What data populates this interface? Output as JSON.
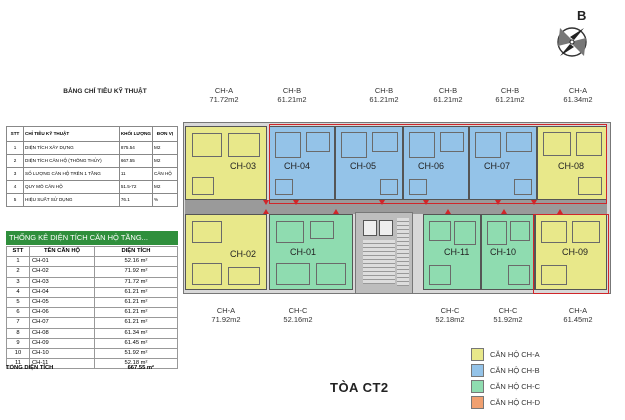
{
  "table1": {
    "title": "BẢNG CHỈ TIÊU KỸ THUẬT",
    "headers": [
      "STT",
      "CHỈ TIÊU KỸ THUẬT",
      "KHỐI LƯỢNG",
      "ĐƠN VỊ"
    ],
    "rows": [
      [
        "1",
        "DIỆN TÍCH XÂY DỰNG",
        "875.54",
        "M2"
      ],
      [
        "2",
        "DIỆN TÍCH CĂN HỘ (THÔNG THỦY)",
        "667.55",
        "M2"
      ],
      [
        "3",
        "SỐ LƯỢNG CĂN HỘ TRÊN 1 TẦNG",
        "11",
        "CĂN HỘ"
      ],
      [
        "4",
        "QUY MÔ CĂN HỘ",
        "51.5-72",
        "M2"
      ],
      [
        "5",
        "HIỆU SUẤT SỬ DỤNG",
        "76.1",
        "%"
      ]
    ]
  },
  "table2": {
    "title": "THỐNG KÊ DIỆN TÍCH CĂN HỘ TẦNG...",
    "headers": [
      "STT",
      "TÊN CĂN HỘ",
      "DIỆN TÍCH"
    ],
    "rows": [
      [
        "1",
        "CH-01",
        "52.16 m²"
      ],
      [
        "2",
        "CH-02",
        "71.92 m²"
      ],
      [
        "3",
        "CH-03",
        "71.72 m²"
      ],
      [
        "4",
        "CH-04",
        "61.21 m²"
      ],
      [
        "5",
        "CH-05",
        "61.21 m²"
      ],
      [
        "6",
        "CH-06",
        "61.21 m²"
      ],
      [
        "7",
        "CH-07",
        "61.21 m²"
      ],
      [
        "8",
        "CH-08",
        "61.34 m²"
      ],
      [
        "9",
        "CH-09",
        "61.45 m²"
      ],
      [
        "10",
        "CH-10",
        "51.92 m²"
      ],
      [
        "11",
        "CH-11",
        "52.18 m²"
      ]
    ],
    "total_label": "TỔNG DIỆN TÍCH",
    "total_value": "667.55 m²"
  },
  "top_tags": [
    {
      "type": "CH-A",
      "area": "71.72m2"
    },
    {
      "type": "CH-B",
      "area": "61.21m2"
    },
    {
      "type": "CH-B",
      "area": "61.21m2"
    },
    {
      "type": "CH-B",
      "area": "61.21m2"
    },
    {
      "type": "CH-B",
      "area": "61.21m2"
    },
    {
      "type": "CH-A",
      "area": "61.34m2"
    }
  ],
  "bottom_tags": [
    {
      "type": "CH-A",
      "area": "71.92m2"
    },
    {
      "type": "CH-C",
      "area": "52.16m2"
    },
    {
      "type": "CH-C",
      "area": "52.18m2"
    },
    {
      "type": "CH-C",
      "area": "51.92m2"
    },
    {
      "type": "CH-A",
      "area": "61.45m2"
    }
  ],
  "units": {
    "ch03": "CH-03",
    "ch04": "CH-04",
    "ch05": "CH-05",
    "ch06": "CH-06",
    "ch07": "CH-07",
    "ch08": "CH-08",
    "ch02": "CH-02",
    "ch01": "CH-01",
    "ch11": "CH-11",
    "ch10": "CH-10",
    "ch09": "CH-09"
  },
  "compass": {
    "label": "B",
    "icon": "compass-icon"
  },
  "legend": [
    {
      "label": "CĂN HỘ CH-A",
      "color": "#e8e88a"
    },
    {
      "label": "CĂN HỘ CH-B",
      "color": "#94c3e8"
    },
    {
      "label": "CĂN HỘ CH-C",
      "color": "#8fdcb0"
    },
    {
      "label": "CĂN HỘ CH-D",
      "color": "#f0a070"
    }
  ],
  "building_title": "TÒA CT2"
}
